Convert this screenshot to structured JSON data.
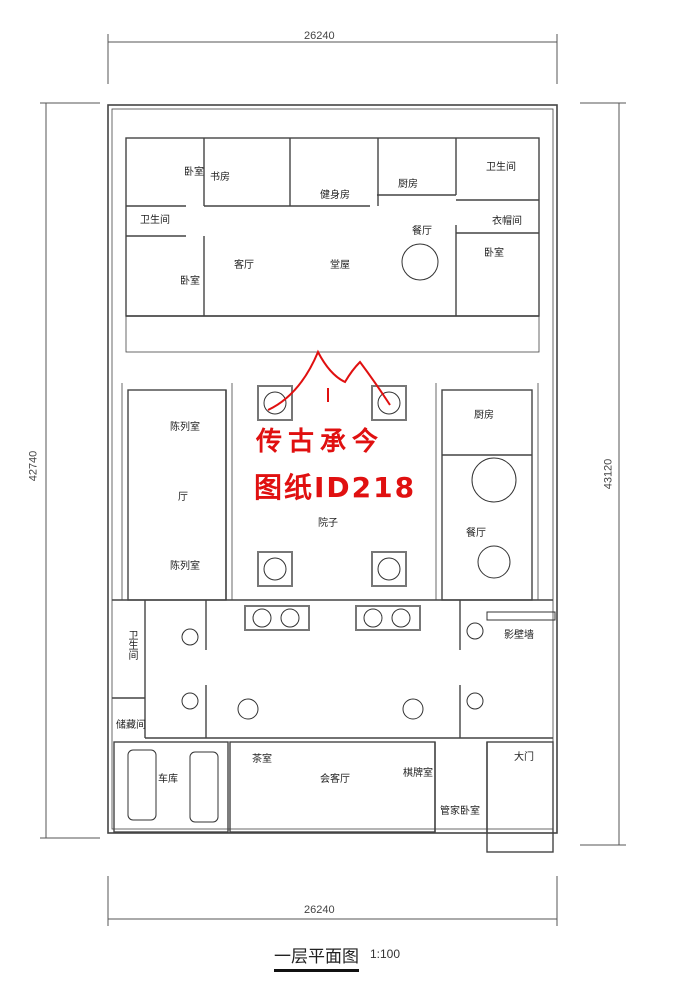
{
  "dimensions": {
    "top_width": "26240",
    "bottom_width": "26240",
    "left_height": "42740",
    "right_height": "43120"
  },
  "rooms": {
    "bedroom_nw_top": "卧室",
    "study": "书房",
    "gym": "健身房",
    "kitchen_north": "厨房",
    "bath_ne": "卫生间",
    "closet_ne": "衣帽间",
    "bedroom_ne": "卧室",
    "dining_north": "餐厅",
    "main_hall": "堂屋",
    "living": "客厅",
    "bath_nw": "卫生间",
    "bedroom_nw_bottom": "卧室",
    "exhibit_top": "陈列室",
    "hall_west": "厅",
    "exhibit_bottom": "陈列室",
    "courtyard": "院子",
    "kitchen_east": "厨房",
    "dining_east": "餐厅",
    "bath_sw": "卫生间",
    "storage": "储藏间",
    "screen_wall": "影壁墙",
    "garage": "车库",
    "tea_room": "茶室",
    "reception": "会客厅",
    "chess_room": "棋牌室",
    "steward_bedroom": "管家卧室",
    "main_gate": "大门"
  },
  "watermark": {
    "line1": "传古承今",
    "line2": "图纸ID218",
    "color": "#e01010"
  },
  "footer": {
    "title": "一层平面图",
    "scale": "1:100"
  }
}
